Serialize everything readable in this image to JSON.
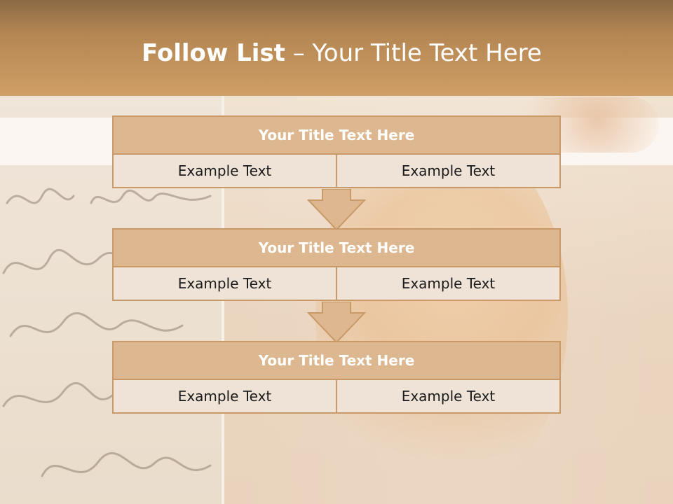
{
  "slide": {
    "title_bold": "Follow List",
    "title_rest": " – Your Title Text Here"
  },
  "steps": [
    {
      "title": "Your Title Text Here",
      "left": "Example Text",
      "right": "Example Text"
    },
    {
      "title": "Your Title Text Here",
      "left": "Example Text",
      "right": "Example Text"
    },
    {
      "title": "Your Title Text Here",
      "left": "Example Text",
      "right": "Example Text"
    }
  ],
  "colors": {
    "header": "#c99860",
    "box_head": "#ddb78f",
    "box_border": "#c99a67",
    "box_body": "#efe3d7"
  }
}
